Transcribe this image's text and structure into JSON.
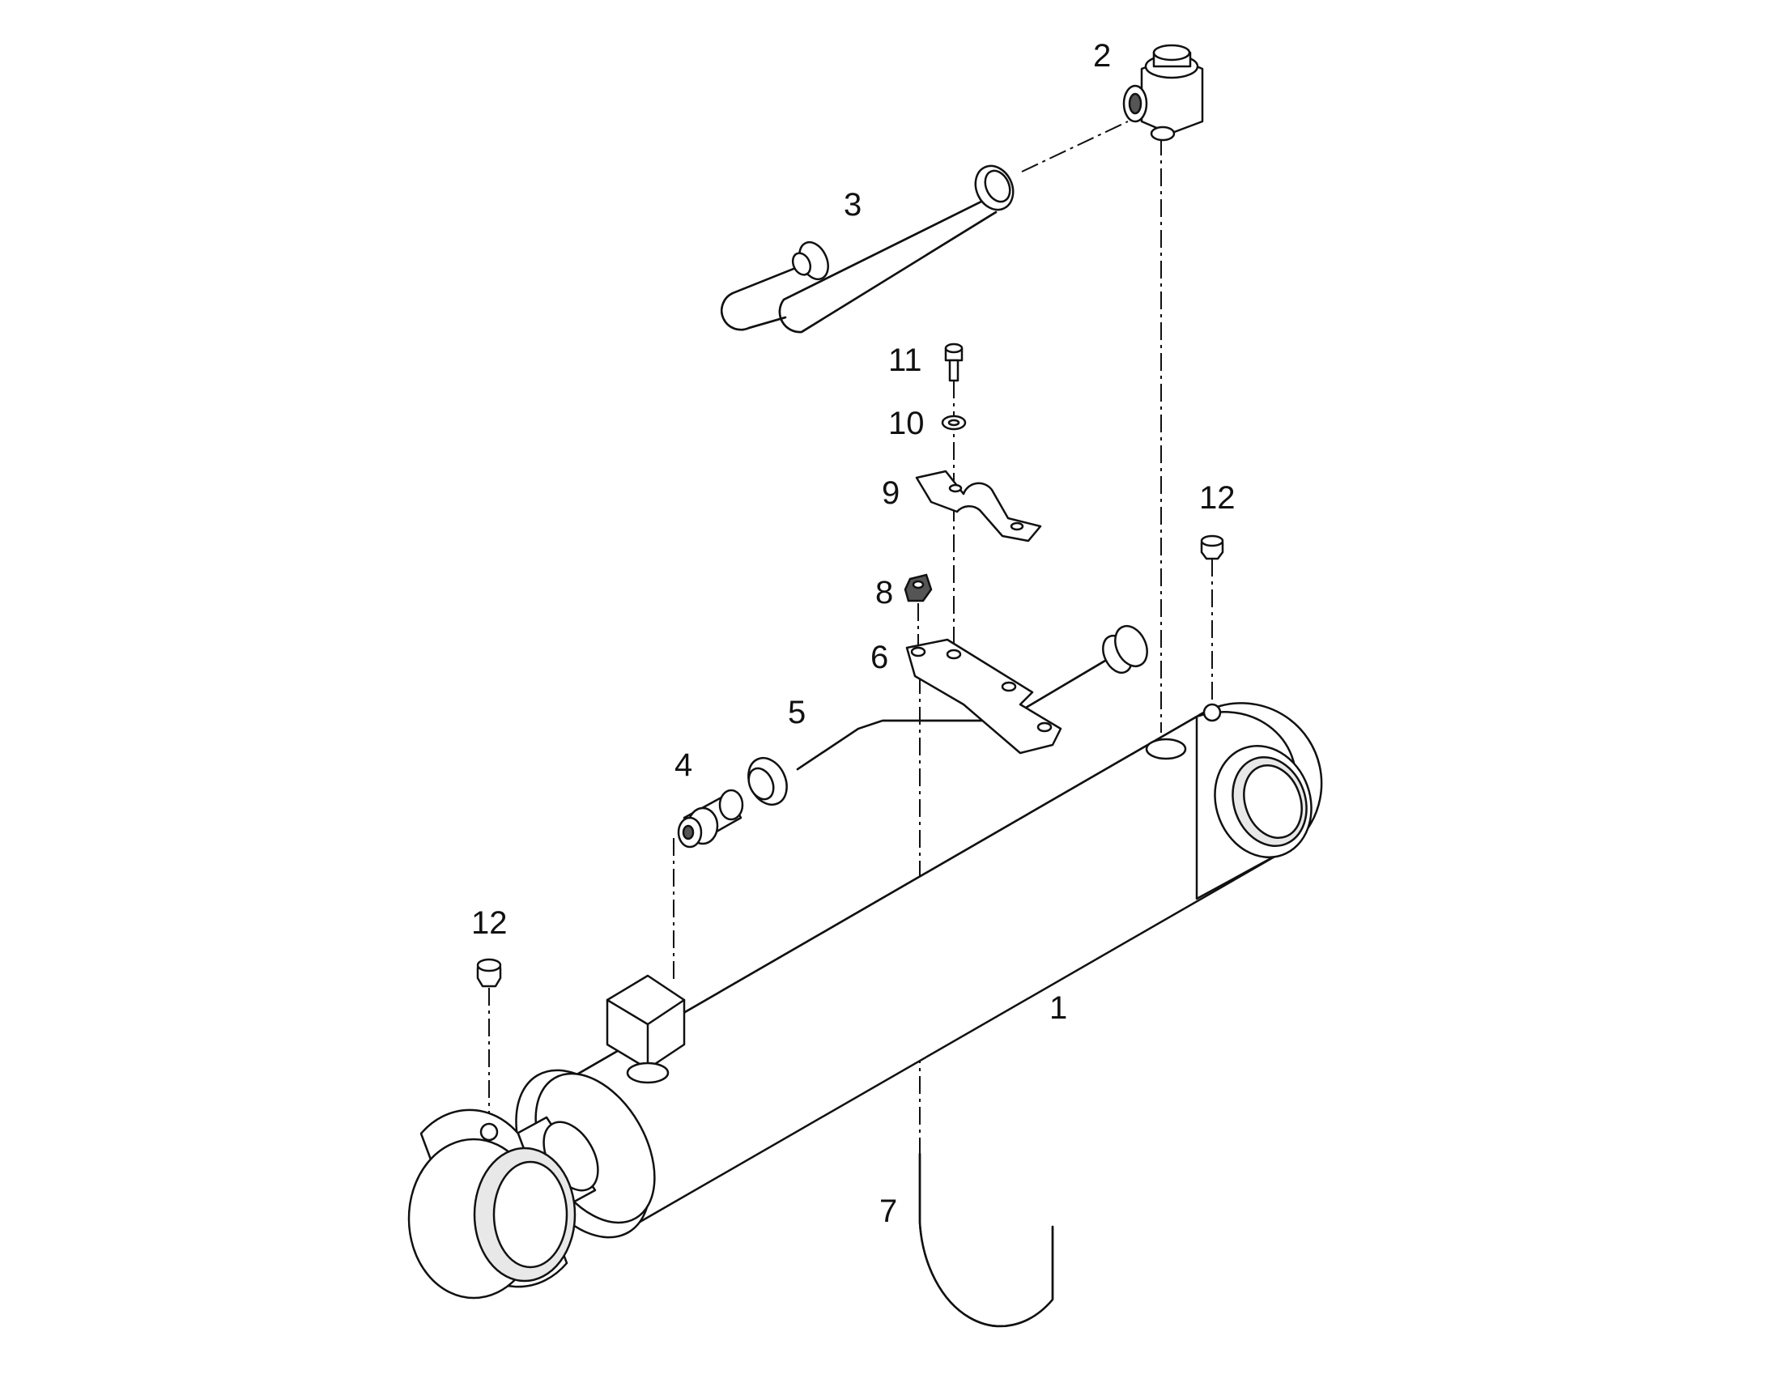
{
  "diagram": {
    "type": "exploded-parts-diagram",
    "callouts": [
      {
        "id": "c1",
        "label": "1",
        "part": "cylinder"
      },
      {
        "id": "c2",
        "label": "2",
        "part": "elbow-fitting"
      },
      {
        "id": "c3",
        "label": "3",
        "part": "pipe-upper"
      },
      {
        "id": "c4",
        "label": "4",
        "part": "adapter-fitting"
      },
      {
        "id": "c5",
        "label": "5",
        "part": "pipe-lower"
      },
      {
        "id": "c6",
        "label": "6",
        "part": "clamp-base"
      },
      {
        "id": "c7",
        "label": "7",
        "part": "u-bolt"
      },
      {
        "id": "c8",
        "label": "8",
        "part": "nut"
      },
      {
        "id": "c9",
        "label": "9",
        "part": "clamp-strap"
      },
      {
        "id": "c10",
        "label": "10",
        "part": "washer"
      },
      {
        "id": "c11",
        "label": "11",
        "part": "bolt"
      },
      {
        "id": "c12a",
        "label": "12",
        "part": "grease-cap-right"
      },
      {
        "id": "c12b",
        "label": "12",
        "part": "grease-cap-left"
      }
    ]
  }
}
